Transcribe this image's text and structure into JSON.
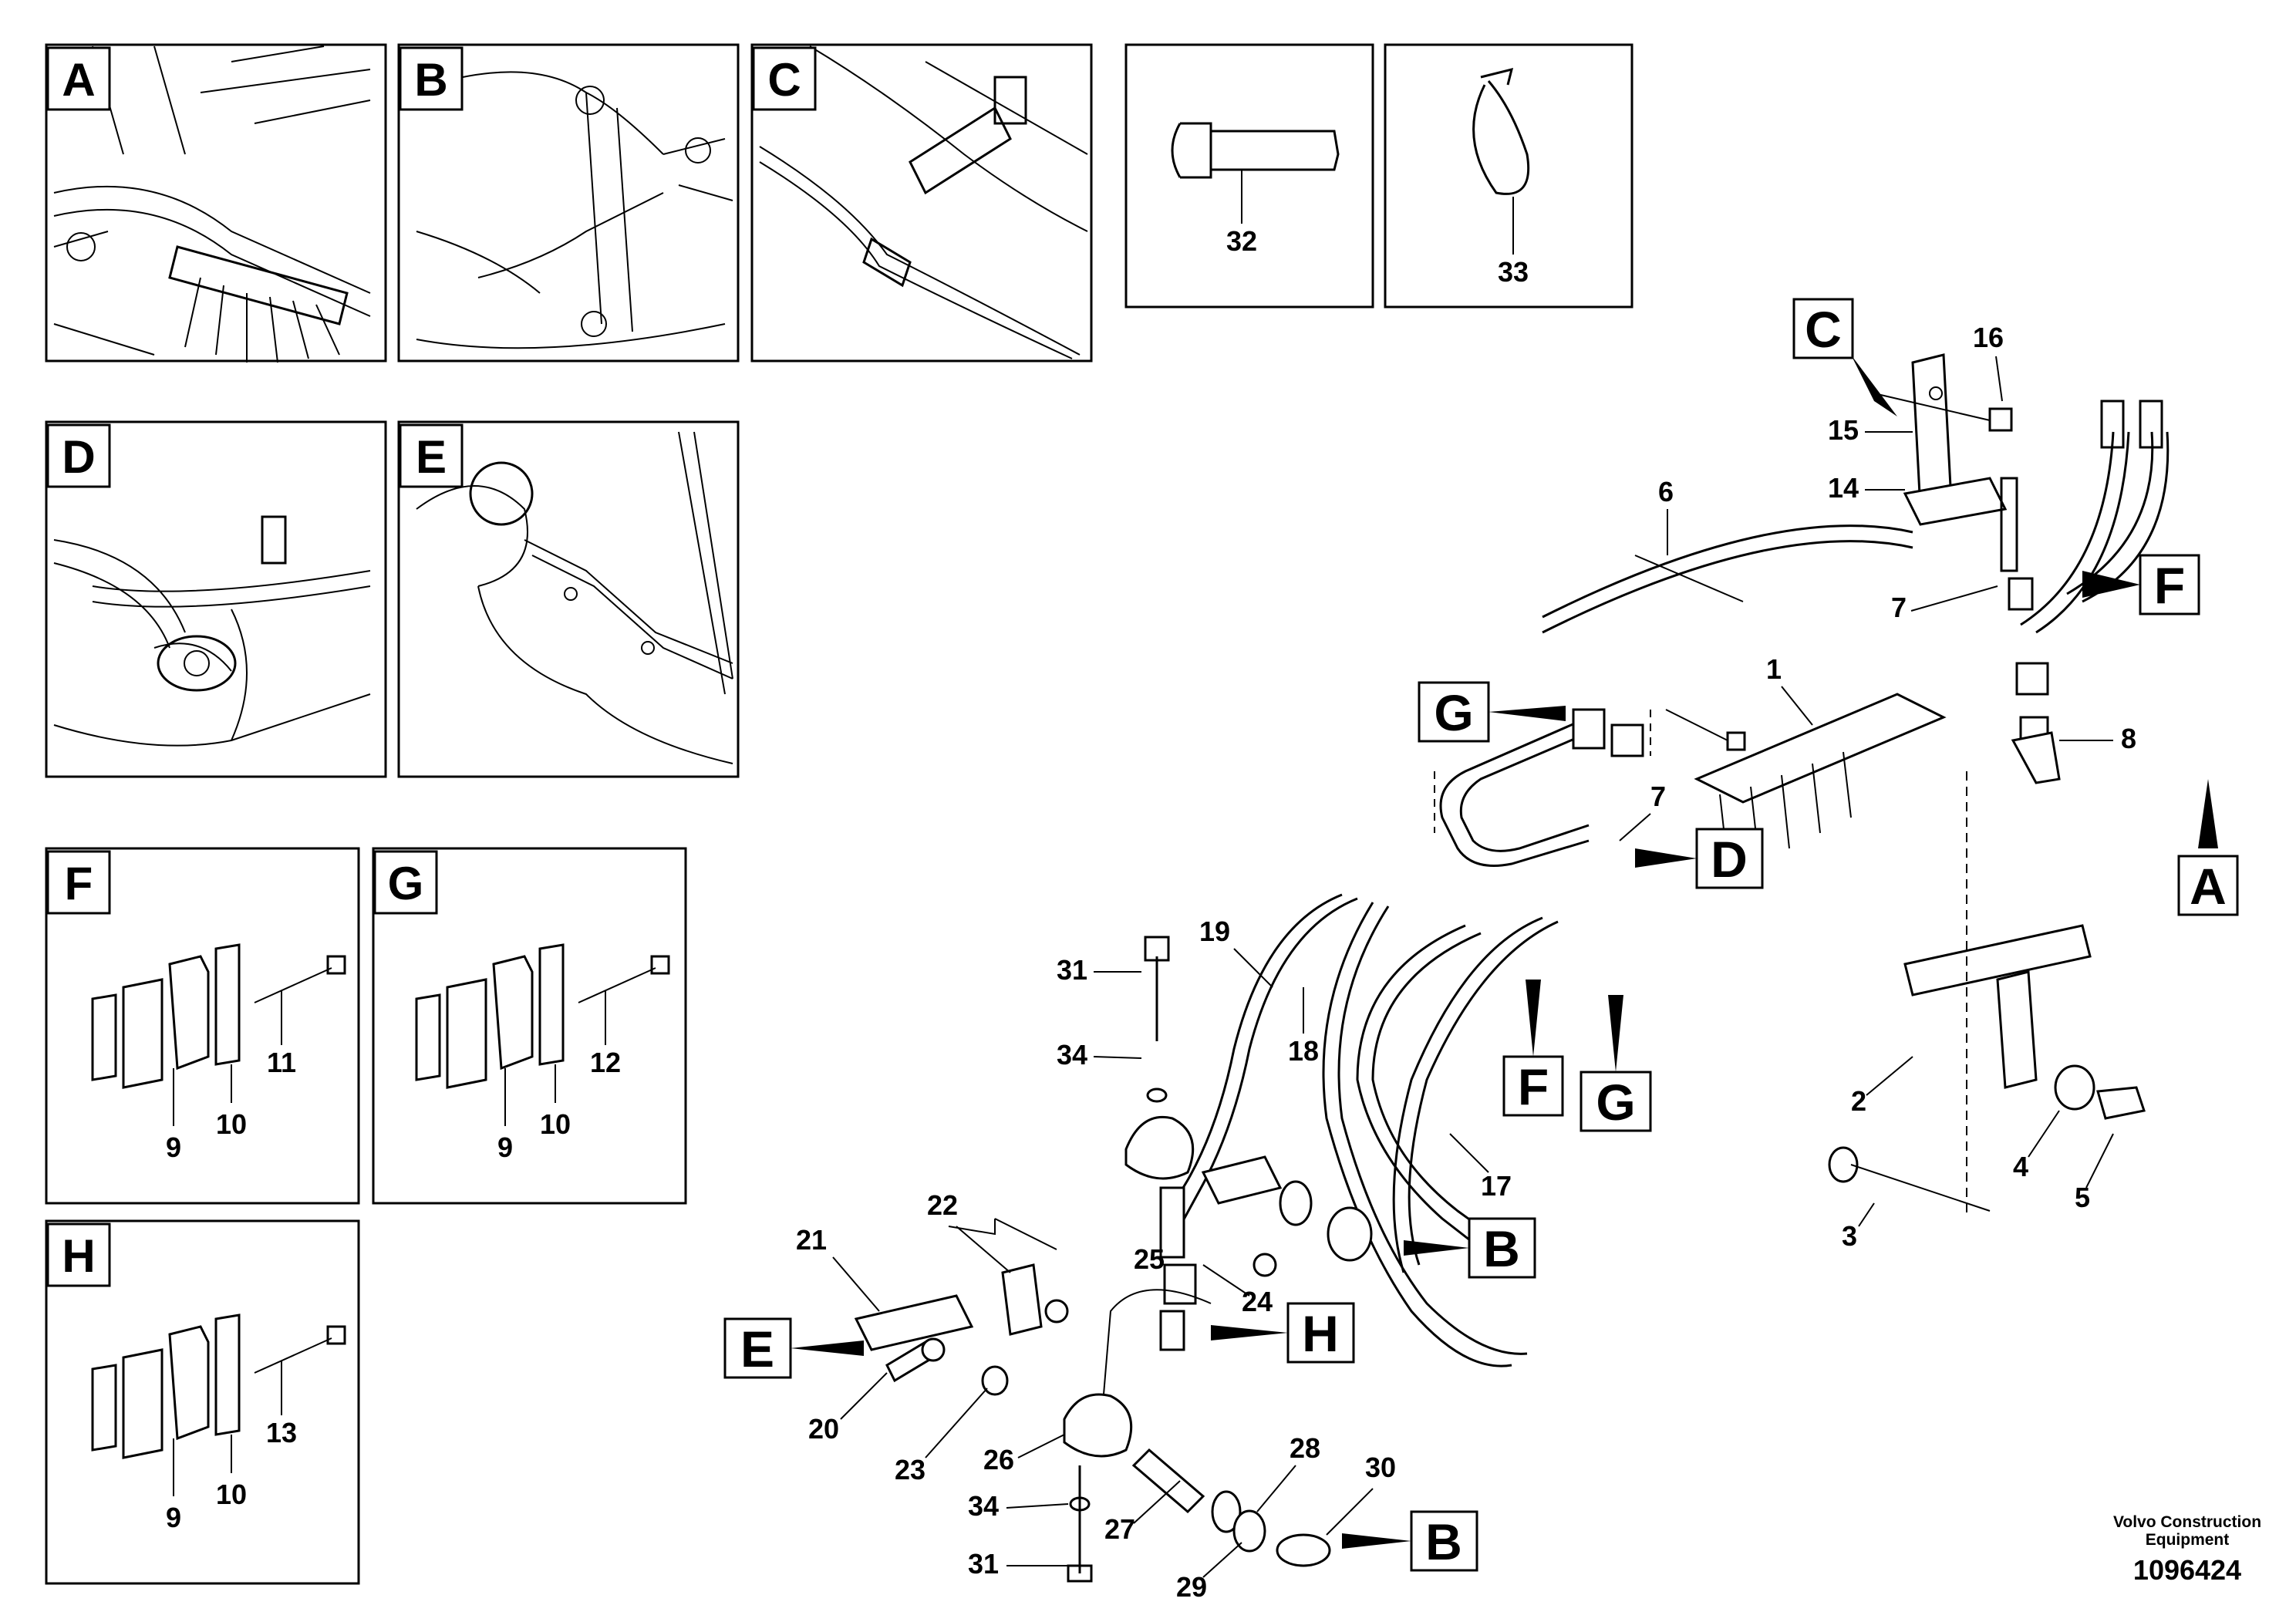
{
  "views": {
    "A": "A",
    "B": "B",
    "C": "C",
    "D": "D",
    "E": "E",
    "F": "F",
    "G": "G",
    "H": "H"
  },
  "parts": {
    "p1": "1",
    "p2": "2",
    "p3": "3",
    "p4": "4",
    "p5": "5",
    "p6": "6",
    "p7": "7",
    "p8": "8",
    "p9": "9",
    "p10": "10",
    "p11": "11",
    "p12": "12",
    "p13": "13",
    "p14": "14",
    "p15": "15",
    "p16": "16",
    "p17": "17",
    "p18": "18",
    "p19": "19",
    "p20": "20",
    "p21": "21",
    "p22": "22",
    "p23": "23",
    "p24": "24",
    "p25": "25",
    "p26": "26",
    "p27": "27",
    "p28": "28",
    "p29": "29",
    "p30": "30",
    "p31": "31",
    "p32": "32",
    "p33": "33",
    "p34": "34"
  },
  "footer": {
    "company_line1": "Volvo Construction",
    "company_line2": "Equipment",
    "drawing_number": "1096424"
  }
}
